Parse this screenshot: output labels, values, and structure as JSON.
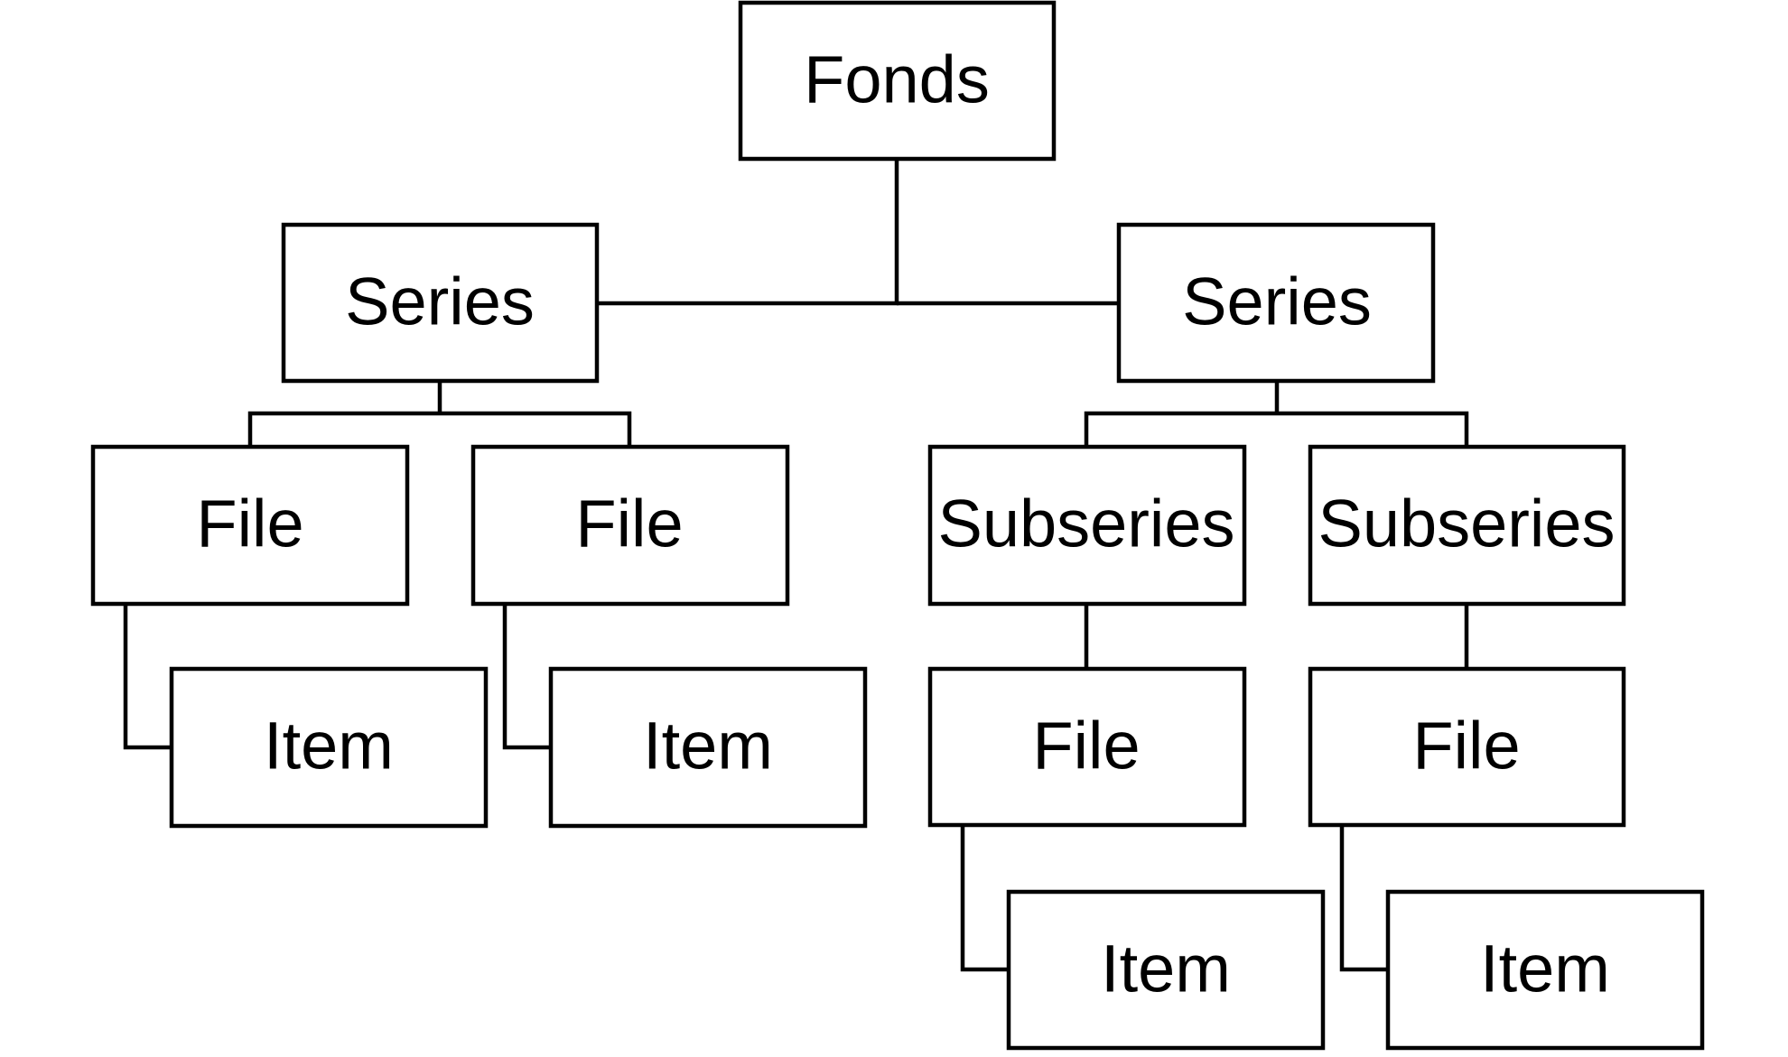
{
  "diagram": {
    "type": "hierarchy-tree",
    "colors": {
      "line": "#000000",
      "box_fill": "#ffffff",
      "text": "#000000",
      "background": "#ffffff"
    },
    "nodes": {
      "fonds": "Fonds",
      "series_left": "Series",
      "series_right": "Series",
      "file_left_1": "File",
      "file_left_2": "File",
      "subseries_1": "Subseries",
      "subseries_2": "Subseries",
      "item_left_1": "Item",
      "item_left_2": "Item",
      "file_sub_1": "File",
      "file_sub_2": "File",
      "item_sub_1": "Item",
      "item_sub_2": "Item"
    },
    "edges": [
      [
        "fonds",
        "series_left"
      ],
      [
        "fonds",
        "series_right"
      ],
      [
        "series_left",
        "file_left_1"
      ],
      [
        "series_left",
        "file_left_2"
      ],
      [
        "series_right",
        "subseries_1"
      ],
      [
        "series_right",
        "subseries_2"
      ],
      [
        "file_left_1",
        "item_left_1"
      ],
      [
        "file_left_2",
        "item_left_2"
      ],
      [
        "subseries_1",
        "file_sub_1"
      ],
      [
        "subseries_2",
        "file_sub_2"
      ],
      [
        "file_sub_1",
        "item_sub_1"
      ],
      [
        "file_sub_2",
        "item_sub_2"
      ]
    ]
  }
}
